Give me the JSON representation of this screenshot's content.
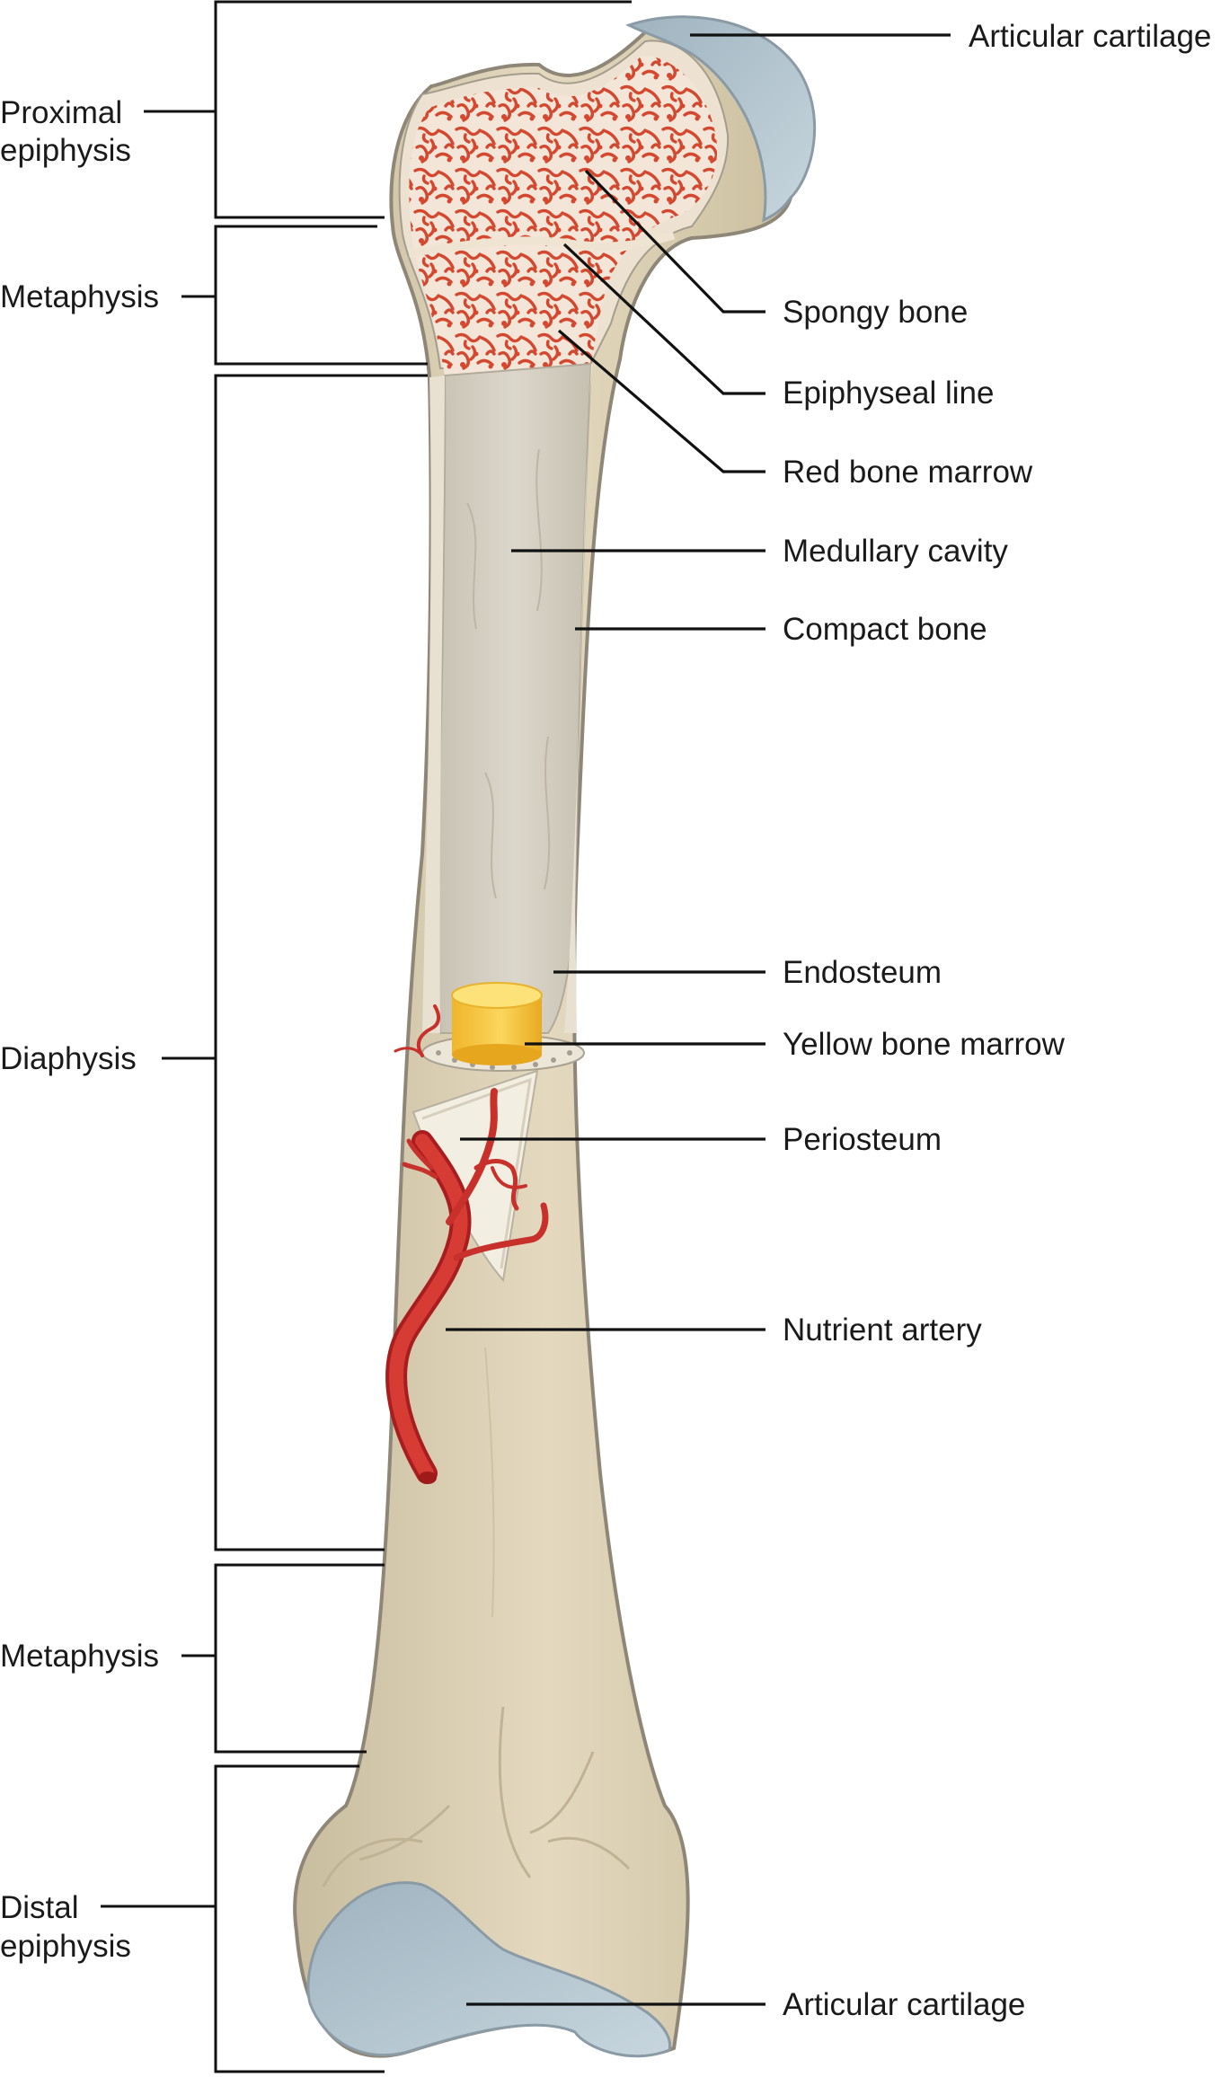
{
  "diagram": {
    "labels": {
      "articular_cartilage_top": "Articular cartilage",
      "proximal_epiphysis_1": "Proximal",
      "proximal_epiphysis_2": "epiphysis",
      "metaphysis_top": "Metaphysis",
      "spongy_bone": "Spongy bone",
      "epiphyseal_line": "Epiphyseal line",
      "red_bone_marrow": "Red bone marrow",
      "medullary_cavity": "Medullary cavity",
      "compact_bone": "Compact bone",
      "diaphysis": "Diaphysis",
      "endosteum": "Endosteum",
      "yellow_bone_marrow": "Yellow bone marrow",
      "periosteum": "Periosteum",
      "nutrient_artery": "Nutrient artery",
      "metaphysis_bottom": "Metaphysis",
      "distal_epiphysis_1": "Distal",
      "distal_epiphysis_2": "epiphysis",
      "articular_cartilage_bottom": "Articular cartilage"
    },
    "colors": {
      "bone_shaft": "#d9ccae",
      "bone_outline": "#8e8778",
      "cartilage": "#b7c9d4",
      "red_marrow": "#d24a33",
      "yellow_marrow": "#f2c442",
      "medullary_cavity": "#d4cfc3",
      "artery": "#c62828"
    }
  }
}
